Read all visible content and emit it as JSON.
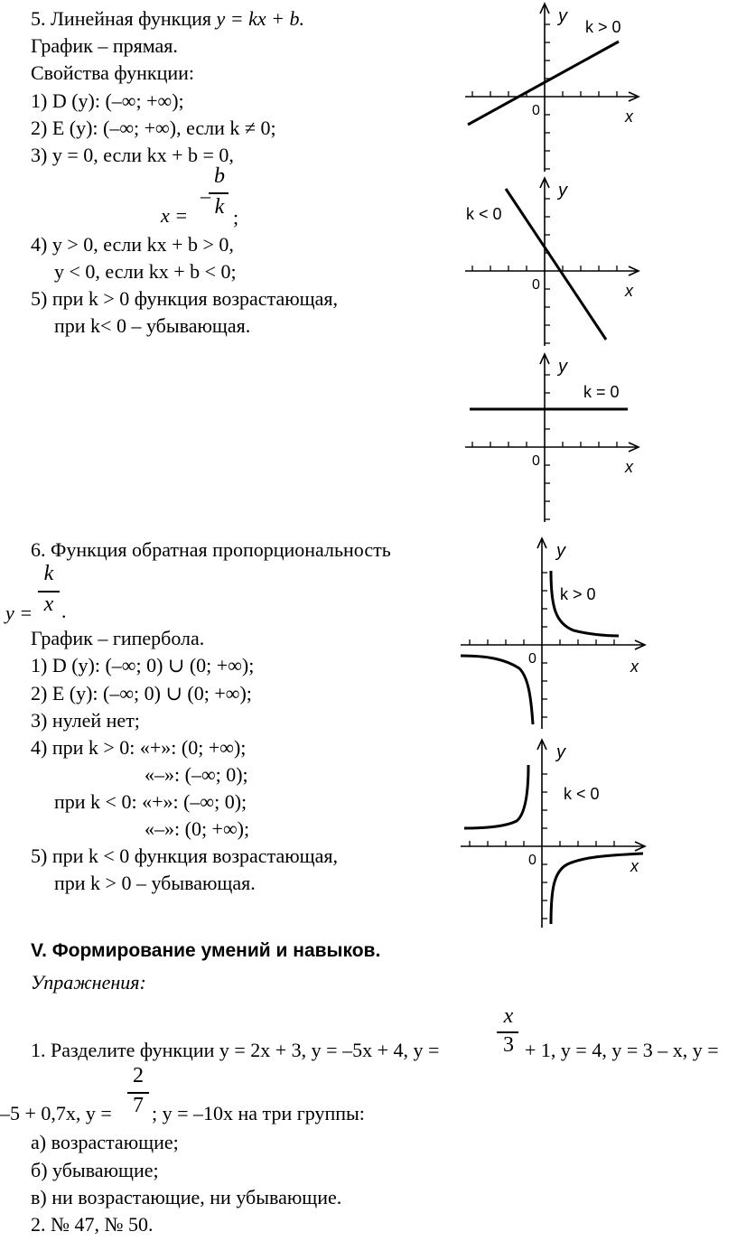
{
  "sec5": {
    "title_prefix": "5. Линейная функция ",
    "title_formula": "y = kx + b.",
    "graph": "График – прямая.",
    "props": "Свойства функции:",
    "p1": "1) D (y): (–∞; +∞);",
    "p2": "2) E (y): (–∞; +∞), если k ≠ 0;",
    "p3": "3) y = 0, если kx + b = 0,",
    "x_eq": "x =",
    "frac_minus": "–",
    "frac_num": "b",
    "frac_den": "k",
    "semicolon": ";",
    "p4a": "4) y > 0, если kx + b > 0,",
    "p4b": "y < 0, если kx + b < 0;",
    "p5a": "5) при k > 0 функция возрастающая,",
    "p5b": "при k< 0 – убывающая."
  },
  "sec6": {
    "title": "6. Функция обратная пропорциональность",
    "y_eq": "y =",
    "frac_num": "k",
    "frac_den": "x",
    "dot": ".",
    "graph": "График – гипербола.",
    "p1": "1) D (y): (–∞; 0) ∪ (0; +∞);",
    "p2": "2) E (y): (–∞; 0) ∪ (0; +∞);",
    "p3": "3) нулей нет;",
    "p4a": "4) при k > 0: «+»: (0; +∞);",
    "p4b": "«–»: (–∞; 0);",
    "p4c": "при k < 0: «+»: (–∞; 0);",
    "p4d": "«–»: (0; +∞);",
    "p5a": "5) при k < 0 функция возрастающая,",
    "p5b": "при k > 0 – убывающая."
  },
  "sec7": {
    "heading": "V. Формирование умений и навыков.",
    "subheading": "Упражнения:",
    "ex1_a": "1. Разделите функции y = 2x + 3,  y = –5x + 4,  y =",
    "ex1_frac_num": "x",
    "ex1_frac_den": "3",
    "ex1_b": "+ 1, y = 4, y = 3 – x, y =",
    "ex1_c": "–5 + 0,7x, y =",
    "ex1_frac2_num": "2",
    "ex1_frac2_den": "7",
    "ex1_d": "; y = –10x на три группы:",
    "opt_a": "а) возрастающие;",
    "opt_b": "б) убывающие;",
    "opt_c": "в) ни возрастающие, ни убывающие.",
    "ex2": "2. № 47, № 50."
  },
  "graphs": {
    "axis_x": "x",
    "axis_y": "y",
    "origin": "0",
    "k_pos": "k > 0",
    "k_neg": "k < 0",
    "k_zero": "k = 0"
  }
}
